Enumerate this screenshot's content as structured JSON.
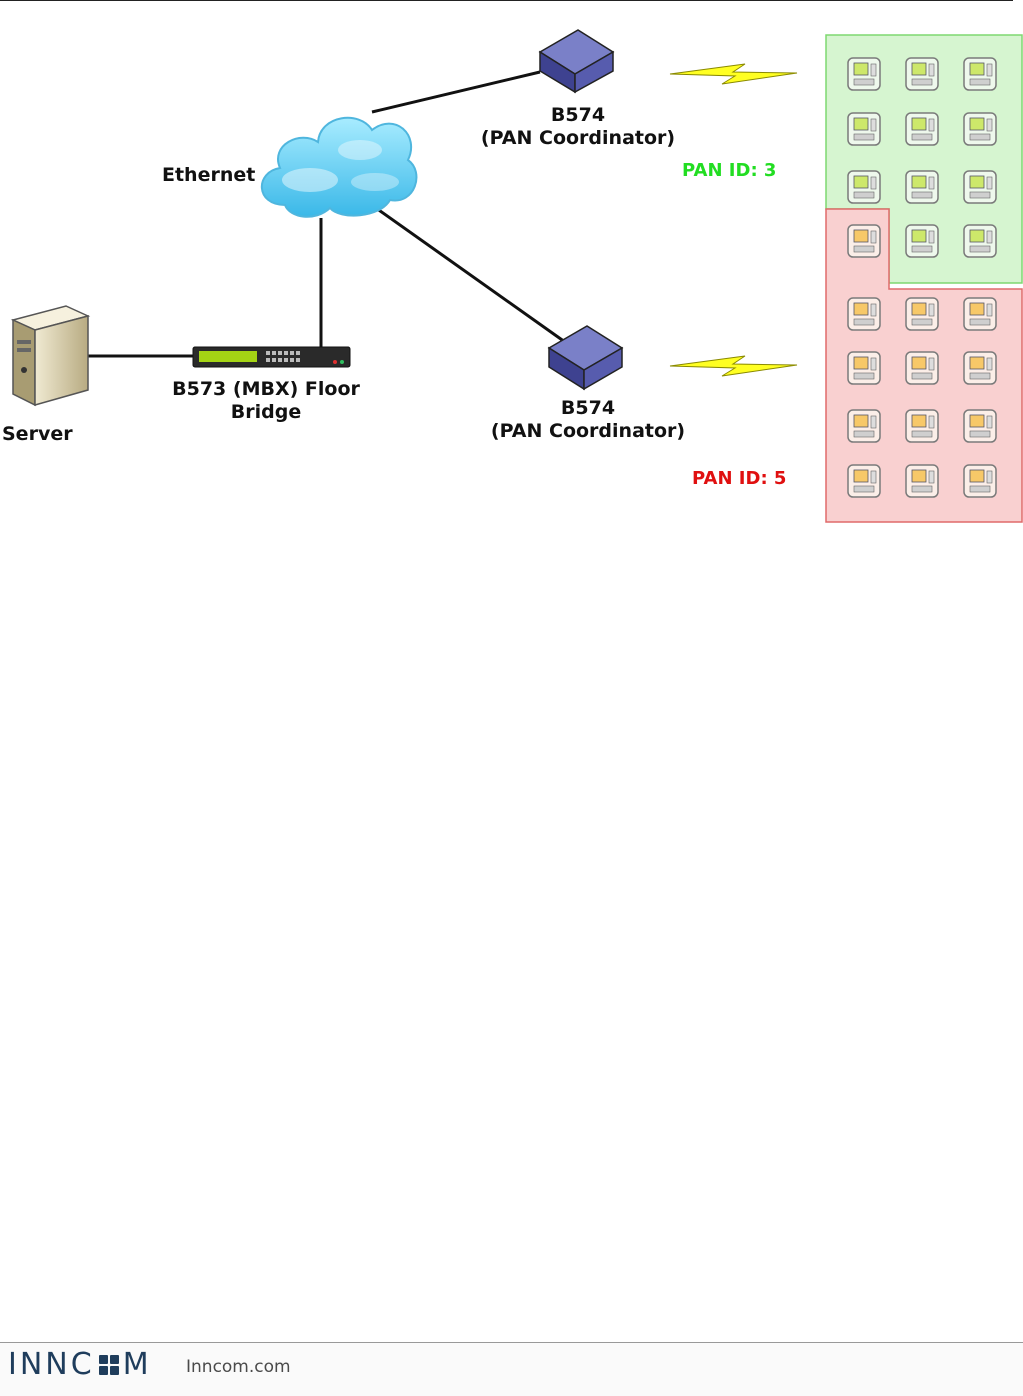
{
  "labels": {
    "ethernet": "Ethernet",
    "server": "Server",
    "bridge_line1": "B573 (MBX) Floor",
    "bridge_line2": "Bridge",
    "coord1_line1": "B574",
    "coord1_line2": "(PAN Coordinator)",
    "coord2_line1": "B574",
    "coord2_line2": "(PAN Coordinator)",
    "pan_green": "PAN ID: 3",
    "pan_red": "PAN ID: 5"
  },
  "footer": {
    "logo_left": "INNC",
    "logo_right": "M",
    "site": "Inncom.com"
  },
  "colors": {
    "green_zone": "#d6f5d0",
    "red_zone": "#f9d0d0",
    "pan_green": "#22dd22",
    "pan_red": "#e01010",
    "coordinator": "#5a5fa8"
  },
  "icons": {
    "server": "server-tower-icon",
    "bridge": "network-switch-icon",
    "coordinator": "coordinator-box-icon",
    "cloud": "cloud-icon",
    "wireless": "lightning-bolt-icon",
    "thermostat": "thermostat-icon"
  }
}
